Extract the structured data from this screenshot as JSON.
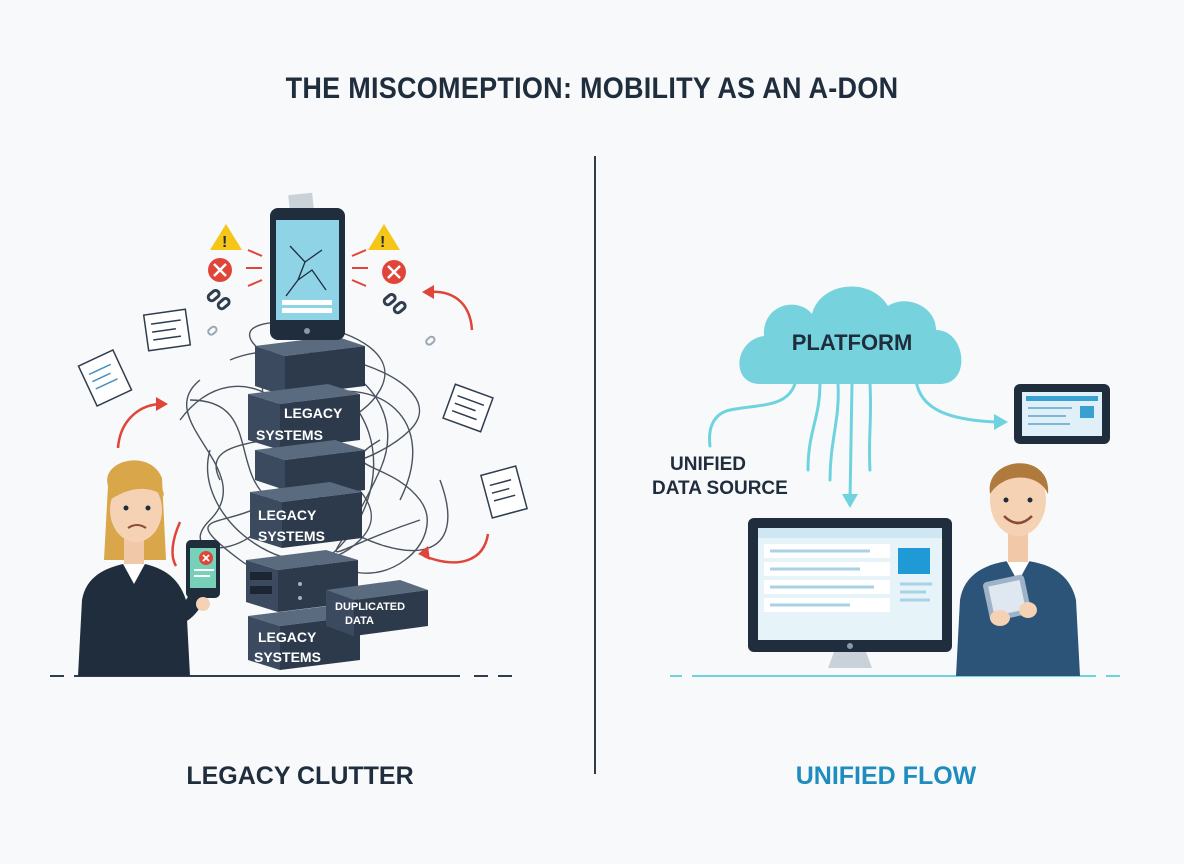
{
  "title": "THE MISCOMEPTION: MOBILITY AS AN A-DON",
  "left_panel": {
    "caption": "LEGACY CLUTTER",
    "blocks": [
      {
        "line1": "LEGACY",
        "line2": "SYSTEMS"
      },
      {
        "line1": "LEGACY",
        "line2": "SYSTEMS"
      },
      {
        "line1": "LEGACY",
        "line2": "SYSTEMS"
      }
    ],
    "duplicated_block": {
      "line1": "DUPLICATED",
      "line2": "DATA"
    },
    "icons": [
      "warning-icon",
      "error-icon",
      "broken-link-icon",
      "document-icon",
      "broken-phone-icon",
      "frustrated-person"
    ]
  },
  "right_panel": {
    "caption": "UNIFIED FLOW",
    "cloud_label": "PLATFORM",
    "source_label_1": "UNIFIED",
    "source_label_2": "DATA SOURCE",
    "icons": [
      "cloud-icon",
      "tablet-icon",
      "monitor-icon",
      "happy-person"
    ]
  },
  "colors": {
    "dark": "#1f2d3d",
    "accent_blue": "#1f8cc0",
    "cloud": "#6fd3df",
    "alert_red": "#e0453a",
    "warning_yellow": "#f5c518",
    "server_block": "#3b4a5e"
  }
}
